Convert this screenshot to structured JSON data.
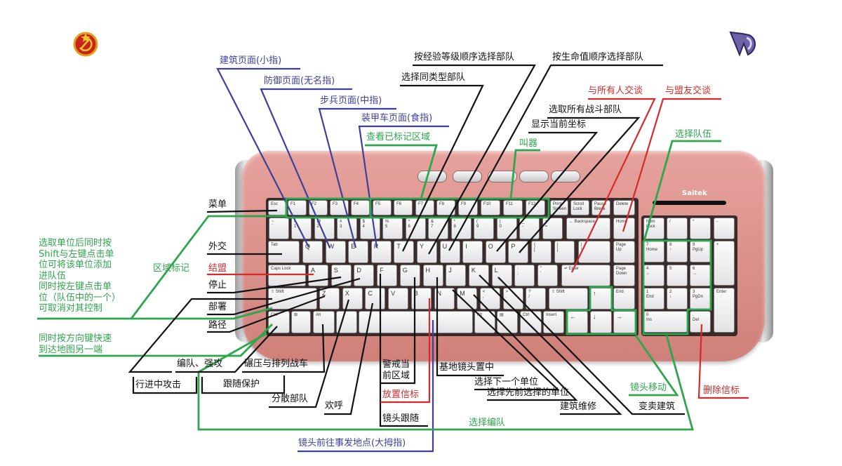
{
  "brand": "Saitek",
  "logos": {
    "left": "soviet-emblem",
    "right": "VP"
  },
  "colors": {
    "black": "#111111",
    "blue": "#3c3f9c",
    "green": "#2ea64e",
    "red": "#d52a2a",
    "body": "#dc928c"
  },
  "labels": {
    "building_page": "建筑页面(小指)",
    "defense_page": "防御页面(无名指)",
    "infantry_page": "步兵页面(中指)",
    "vehicle_page": "装甲车页面(食指)",
    "view_marked_area": "查看已标记区域",
    "select_by_veterancy": "按经验等级顺序选择部队",
    "select_same_type": "选择同类型部队",
    "select_by_health": "按生命值顺序选择部队",
    "chat_all": "与所有人交谈",
    "chat_allies": "与盟友交谈",
    "select_all_combat": "选取所有战斗部队",
    "show_coordinates": "显示当前坐标",
    "taunt": "叫器",
    "select_team": "选择队伍",
    "menu": "菜单",
    "shift_add": "选取单位后同时按\nShift与左键点击单\n位可将该单位添加\n进队伍\n同时按左键点击单\n位（队伍中的一个）\n可取消对其控制",
    "diplomacy": "外交",
    "area_mark": "区域标记",
    "alliance": "结盟",
    "stop": "停止",
    "deploy": "部署",
    "waypoint": "路径",
    "arrow_jump": "同时按方向键快速\n到达地图另一端",
    "formation_force": "编队、强攻",
    "crush_line": "碾压与排列战车",
    "attack_move": "行进中攻击",
    "guard_follow": "跟随保护",
    "scatter": "分散部队",
    "cheer": "欢呼",
    "guard_area": "警戒当\n前区域",
    "place_beacon": "放置信标",
    "camera_follow": "镜头跟随",
    "center_base": "基地镜头置中",
    "next_unit": "选择下一个单位",
    "prev_selected": "选择先前选择的单位",
    "repair": "建筑维修",
    "sell": "变卖建筑",
    "camera_move": "镜头移动",
    "delete_beacon": "删除信标",
    "select_group": "选择编队",
    "camera_event": "镜头前往事发地点(大拇指)"
  },
  "keyboard": {
    "keys": [
      "Esc",
      "F1",
      "F2",
      "F3",
      "F4",
      "F5",
      "F6",
      "F7",
      "F8",
      "F9",
      "F10",
      "F11",
      "F12",
      "Print\nScreen",
      "Scroll\nLock",
      "Pause\nBreak",
      "Delete",
      "~\n`",
      "!\n1",
      "@\n2",
      "#\n3",
      "$\n4",
      "%\n5",
      "^\n6",
      "&\n7",
      "*\n8",
      "(\n9",
      ")\n0",
      "_\n-",
      "+\n=",
      "← Backspace",
      "Home",
      "Tab",
      "Q",
      "W",
      "E",
      "R",
      "T",
      "Y",
      "U",
      "I",
      "O",
      "P",
      "{\n[",
      "}\n]",
      "|\n\\",
      "Page\nUp",
      "Caps Lock",
      "A",
      "S",
      "D",
      "F",
      "G",
      "H",
      "J",
      "K",
      "L",
      ":\n;",
      "\"\n'",
      "↵ Enter",
      "Page\nDown",
      "⇧ Shift",
      "Z",
      "X",
      "C",
      "V",
      "B",
      "N",
      "M",
      "<\n,",
      ">\n.",
      "?\n/",
      "⇧ Shift",
      "↑",
      "End",
      "Ctrl",
      "⊞",
      "Alt",
      "",
      "",
      "Alt",
      "▤",
      "Ctrl",
      "Insert",
      "←",
      "↓",
      "→"
    ],
    "keypad": [
      "Num\nLock",
      "/",
      "*",
      "-",
      "7\nHome",
      "8\n↑",
      "9\nPgUp",
      "+",
      "4\n←",
      "5",
      "6\n→",
      "1\nEnd",
      "2\n↓",
      "3\nPgDn",
      "Enter",
      "0\nIns",
      ".\nDel"
    ]
  }
}
